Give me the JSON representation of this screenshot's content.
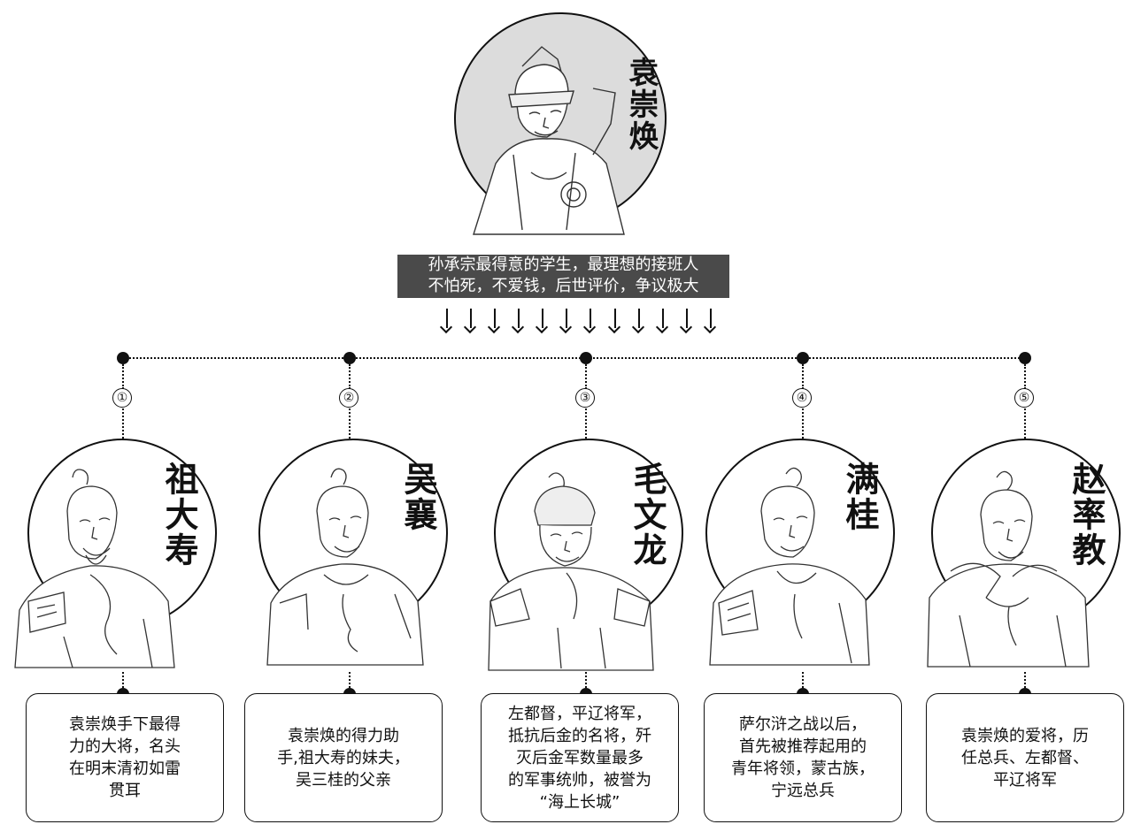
{
  "main": {
    "name": "袁崇焕",
    "summary_lines": [
      "孙承宗最得意的学生，最理想的接班人",
      "不怕死，不爱钱，后世评价，争议极大"
    ]
  },
  "generals": [
    {
      "number": "①",
      "name": "祖大寿",
      "desc_lines": [
        "袁崇焕手下最得",
        "力的大将，名头",
        "在明末清初如雷",
        "贯耳"
      ]
    },
    {
      "number": "②",
      "name": "吴襄",
      "desc_lines": [
        "袁崇焕的得力助",
        "手,祖大寿的妹夫，",
        "吴三桂的父亲"
      ]
    },
    {
      "number": "③",
      "name": "毛文龙",
      "desc_lines": [
        "左都督，平辽将军，",
        "抵抗后金的名将，歼",
        "灭后金军数量最多",
        "的军事统帅，被誉为",
        "“海上长城”"
      ]
    },
    {
      "number": "④",
      "name": "满桂",
      "desc_lines": [
        "萨尔浒之战以后，",
        "首先被推荐起用的",
        "青年将领，蒙古族，",
        "宁远总兵"
      ]
    },
    {
      "number": "⑤",
      "name": "赵率教",
      "desc_lines": [
        "袁崇焕的爱将，历",
        "任总兵、左都督、",
        "平辽将军"
      ]
    }
  ],
  "icons": {
    "portrait": "general-portrait-icon",
    "arrow": "down-arrow-icon"
  }
}
